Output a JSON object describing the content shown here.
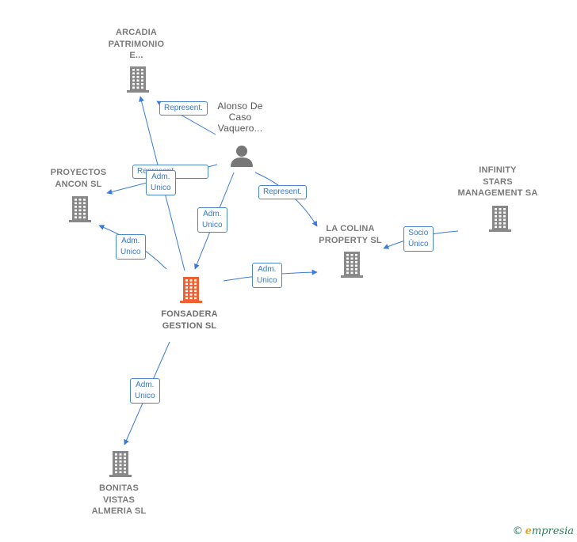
{
  "colors": {
    "edge": "#3a7bd5",
    "company": "#888888",
    "main_company": "#f06030",
    "person": "#777777"
  },
  "nodes": {
    "arcadia": {
      "label": [
        "ARCADIA",
        "PATRIMONIO",
        "E..."
      ],
      "icon": "building-icon"
    },
    "alonso": {
      "label": [
        "Alonso De",
        "Caso",
        "Vaquero..."
      ],
      "icon": "person-icon"
    },
    "proyectos": {
      "label": [
        "PROYECTOS",
        "ANCON SL"
      ],
      "icon": "building-icon"
    },
    "infinity": {
      "label": [
        "INFINITY",
        "STARS",
        "MANAGEMENT SA"
      ],
      "icon": "building-icon"
    },
    "lacolina": {
      "label": [
        "LA COLINA",
        "PROPERTY  SL"
      ],
      "icon": "building-icon"
    },
    "fonsadera": {
      "label": [
        "FONSADERA",
        "GESTION  SL"
      ],
      "icon": "building-icon"
    },
    "bonitas": {
      "label": [
        "BONITAS",
        "VISTAS",
        "ALMERIA SL"
      ],
      "icon": "building-icon"
    }
  },
  "edges": {
    "e1": [
      "Represent."
    ],
    "e2": [
      "Represent."
    ],
    "e3": [
      "Represent."
    ],
    "e4": [
      "Adm.",
      "Unico"
    ],
    "e5": [
      "Adm.",
      "Unico"
    ],
    "e6": [
      "Adm.",
      "Unico"
    ],
    "e7": [
      "Adm.",
      "Unico"
    ],
    "e8": [
      "Socio",
      "Único"
    ],
    "e9": [
      "Adm.",
      "Unico"
    ]
  },
  "brand": {
    "copyright": "©",
    "name_first": "e",
    "name_rest": "mpresia"
  }
}
